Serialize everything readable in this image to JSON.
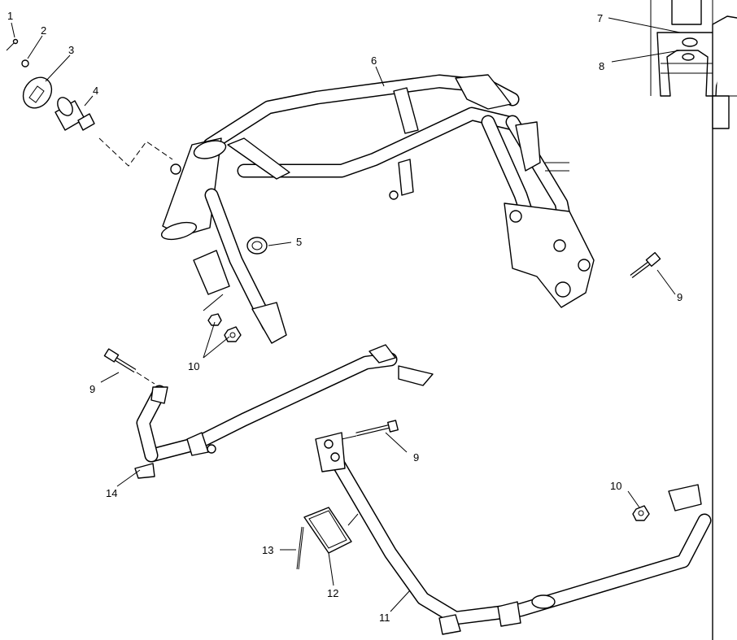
{
  "callouts": [
    {
      "id": "c1",
      "text": "1"
    },
    {
      "id": "c2",
      "text": "2"
    },
    {
      "id": "c3",
      "text": "3"
    },
    {
      "id": "c4",
      "text": "4"
    },
    {
      "id": "c5",
      "text": "5"
    },
    {
      "id": "c6",
      "text": "6"
    },
    {
      "id": "c7",
      "text": "7"
    },
    {
      "id": "c8",
      "text": "8"
    },
    {
      "id": "c9a",
      "text": "9"
    },
    {
      "id": "c9b",
      "text": "9"
    },
    {
      "id": "c9c",
      "text": "9"
    },
    {
      "id": "c10a",
      "text": "10"
    },
    {
      "id": "c10b",
      "text": "10"
    },
    {
      "id": "c11",
      "text": "11"
    },
    {
      "id": "c12",
      "text": "12"
    },
    {
      "id": "c13",
      "text": "13"
    },
    {
      "id": "c14",
      "text": "14"
    }
  ]
}
